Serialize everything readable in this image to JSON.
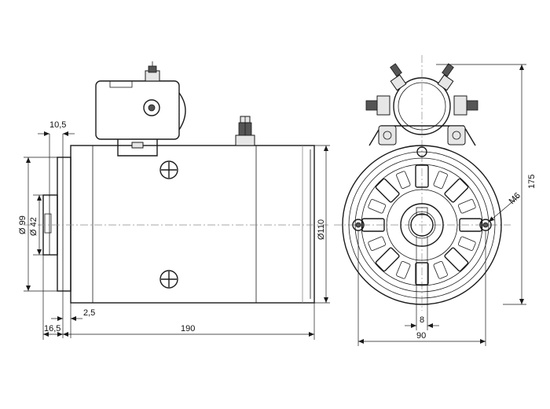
{
  "dimensions": {
    "flange_thickness": "10,5",
    "outer_diameter": "Ø 99",
    "pilot_diameter": "Ø 42",
    "body_diameter": "Ø110",
    "pilot_offset": "2,5",
    "flange_offset": "16,5",
    "body_length": "190",
    "overall_height": "175",
    "mount_thread": "M6",
    "key_width": "8",
    "bolt_spacing": "90"
  }
}
